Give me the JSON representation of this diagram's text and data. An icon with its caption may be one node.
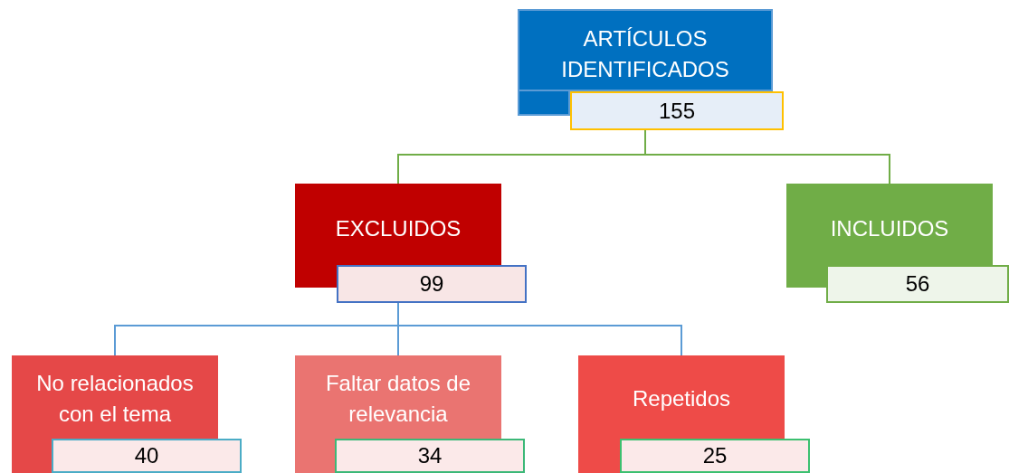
{
  "diagram": {
    "nodes": [
      {
        "text": [
          "ARTÍCULOS IDENTIFICADOS"
        ]
      },
      {
        "text": [
          "155"
        ]
      },
      {
        "text": [
          "EXCLUIDOS"
        ]
      },
      {
        "text": [
          "99"
        ]
      },
      {
        "text": [
          "INCLUIDOS"
        ]
      },
      {
        "text": [
          "56"
        ]
      },
      {
        "text": [
          "No relacionados con el tema"
        ]
      },
      {
        "text": [
          "40"
        ]
      },
      {
        "text": [
          "Faltar datos de relevancia"
        ]
      },
      {
        "text": [
          "34"
        ]
      },
      {
        "text": [
          "Repetidos"
        ]
      },
      {
        "text": [
          "25"
        ]
      }
    ],
    "edges": [
      {
        "from": 1,
        "to": 2,
        "arrow": "none",
        "color": "#70ad47"
      },
      {
        "from": 1,
        "to": 4,
        "arrow": "none",
        "color": "#70ad47"
      },
      {
        "from": 3,
        "to": 6,
        "arrow": "none"
      },
      {
        "from": 3,
        "to": 8,
        "arrow": "none"
      },
      {
        "from": 3,
        "to": 10,
        "arrow": "none"
      }
    ]
  }
}
